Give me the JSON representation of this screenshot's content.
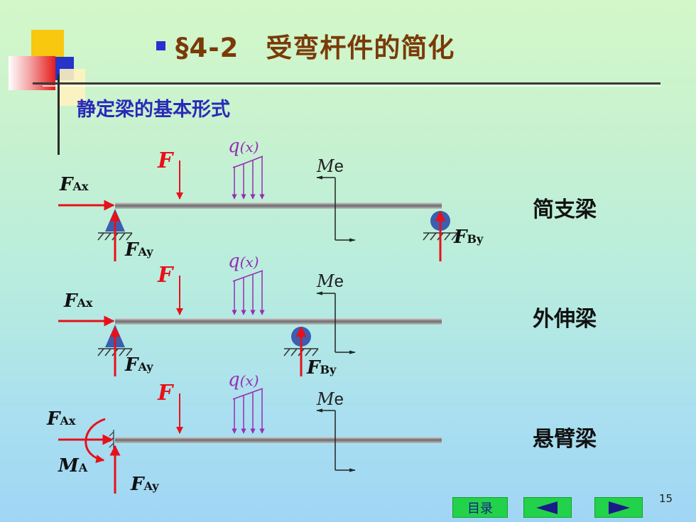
{
  "header": {
    "title": "§4-2　受弯杆件的简化",
    "subtitle": "静定梁的基本形式"
  },
  "beams": [
    {
      "name": "简支梁",
      "labels": {
        "F": "F",
        "q_sym": "q",
        "q_arg": "(x)",
        "Me_M": "M",
        "Me_e": "e",
        "FAx_F": "F",
        "FAx_sub": "Ax",
        "FAy_F": "F",
        "FAy_sub": "Ay",
        "FBy_F": "F",
        "FBy_sub": "By"
      }
    },
    {
      "name": "外伸梁",
      "labels": {
        "F": "F",
        "q_sym": "q",
        "q_arg": "(x)",
        "Me_M": "M",
        "Me_e": "e",
        "FAx_F": "F",
        "FAx_sub": "Ax",
        "FAy_F": "F",
        "FAy_sub": "Ay",
        "FBy_F": "F",
        "FBy_sub": "By"
      }
    },
    {
      "name": "悬臂梁",
      "labels": {
        "F": "F",
        "q_sym": "q",
        "q_arg": "(x)",
        "Me_M": "M",
        "Me_e": "e",
        "FAx_F": "F",
        "FAx_sub": "Ax",
        "FAy_F": "F",
        "FAy_sub": "Ay",
        "MA_M": "M",
        "MA_sub": "A"
      }
    }
  ],
  "nav": {
    "toc_label": "目录",
    "prev_icon": "prev-arrow-icon",
    "next_icon": "next-arrow-icon"
  },
  "page_number": "15",
  "colors": {
    "force": "#e8101a",
    "distributed_load": "#9a2bb8",
    "beam": "#8f8f8f",
    "support": "#3a5fb0",
    "title": "#7a3a08",
    "subtitle": "#2a2ab8"
  }
}
